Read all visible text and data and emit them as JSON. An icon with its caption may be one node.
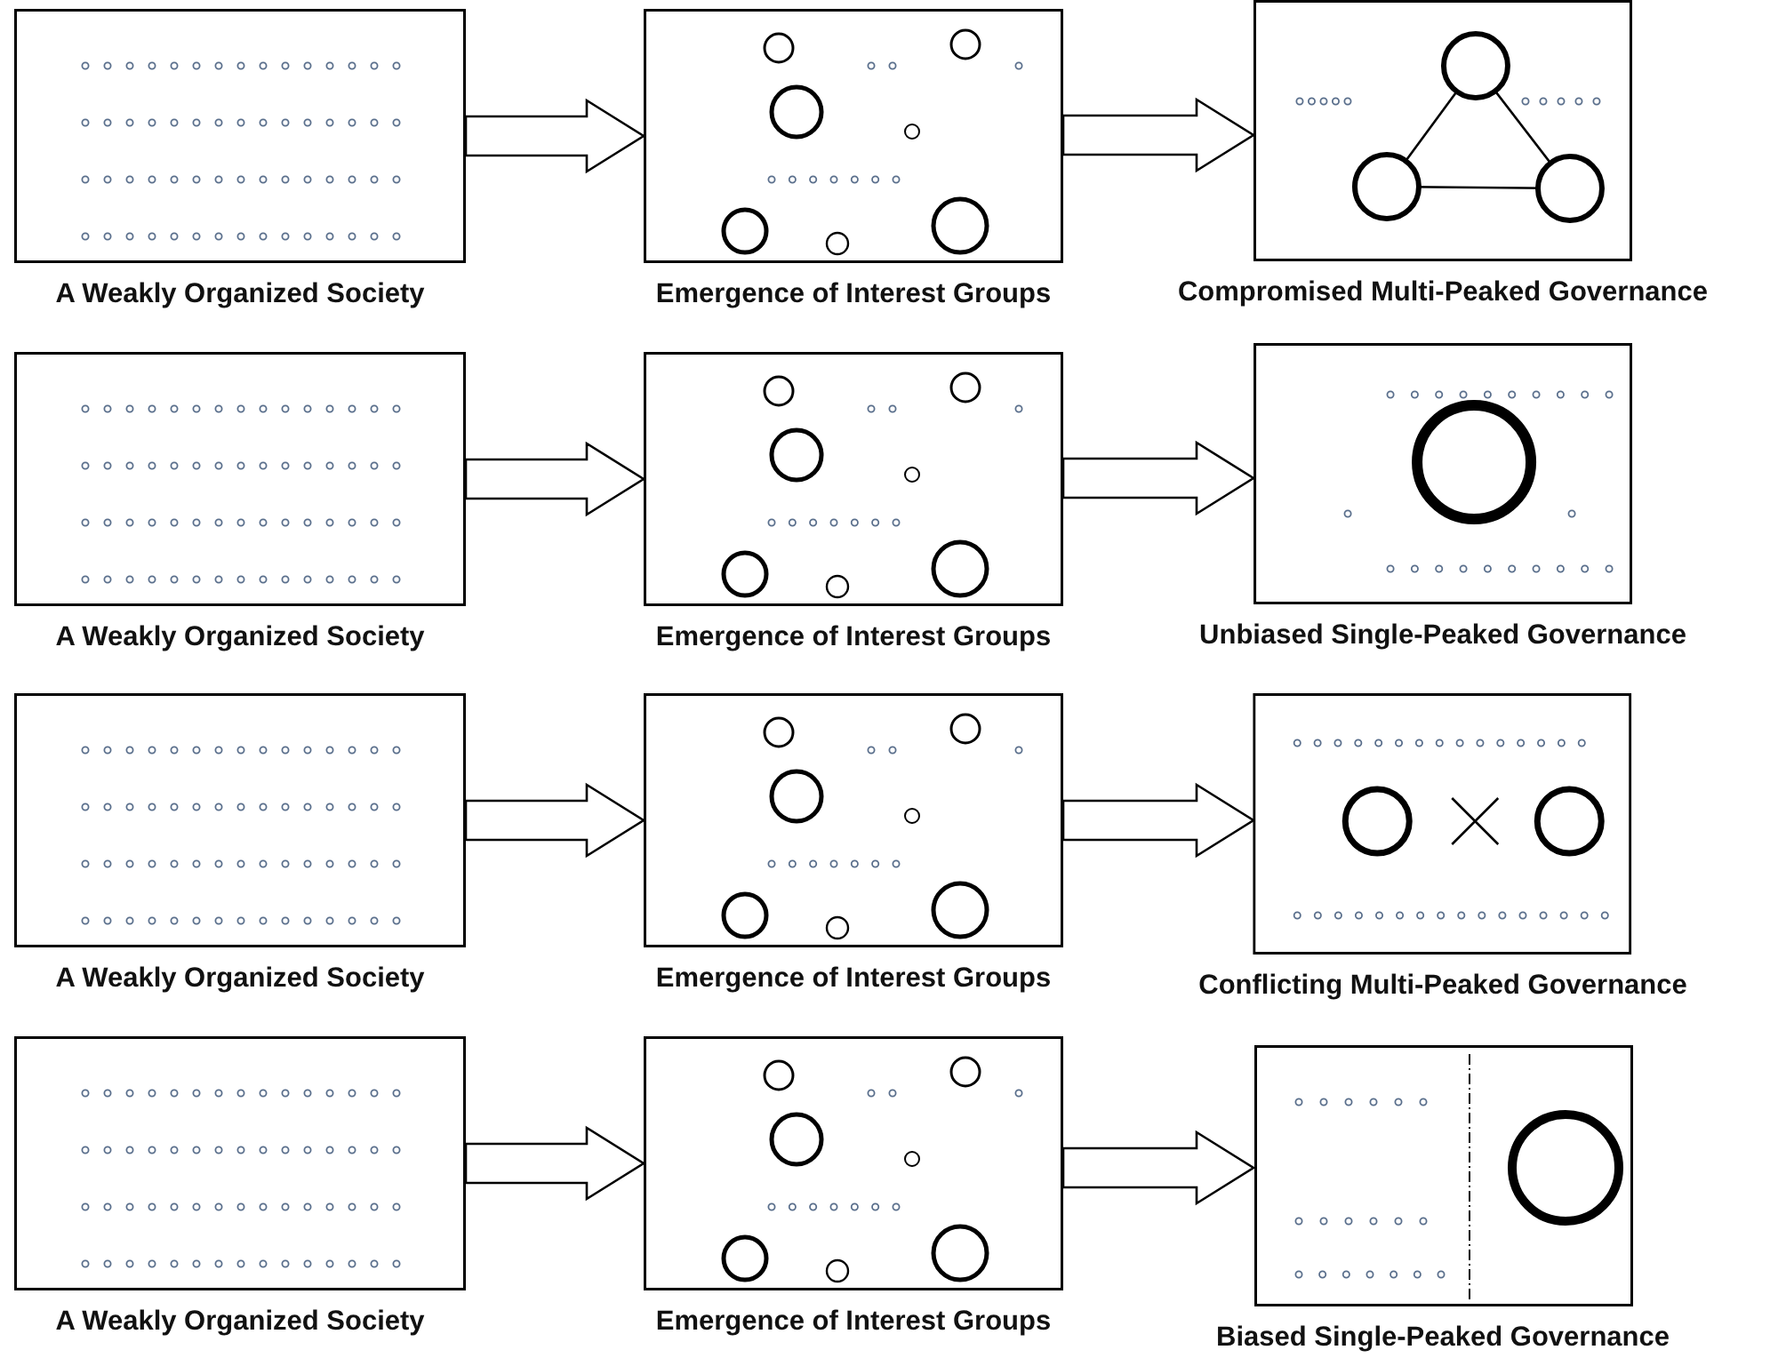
{
  "diagram": {
    "nodes": [
      {
        "text": [
          "A Weakly Organized Society"
        ]
      },
      {
        "text": [
          "Emergence of Interest Groups"
        ]
      },
      {
        "text": [
          "Compromised Multi-Peaked Governance"
        ]
      },
      {
        "text": [
          "A Weakly Organized Society"
        ]
      },
      {
        "text": [
          "Emergence of Interest Groups"
        ]
      },
      {
        "text": [
          "Unbiased Single-Peaked Governance"
        ]
      },
      {
        "text": [
          "A Weakly Organized Society"
        ]
      },
      {
        "text": [
          "Emergence of Interest Groups"
        ]
      },
      {
        "text": [
          "Conflicting Multi-Peaked Governance"
        ]
      },
      {
        "text": [
          "A Weakly Organized Society"
        ]
      },
      {
        "text": [
          "Emergence of Interest Groups"
        ]
      },
      {
        "text": [
          "Biased Single-Peaked Governance"
        ]
      }
    ],
    "edges": [
      {
        "from": 0,
        "to": 1,
        "arrow": "to"
      },
      {
        "from": 1,
        "to": 2,
        "arrow": "to"
      },
      {
        "from": 3,
        "to": 4,
        "arrow": "to"
      },
      {
        "from": 4,
        "to": 5,
        "arrow": "to"
      },
      {
        "from": 6,
        "to": 7,
        "arrow": "to"
      },
      {
        "from": 7,
        "to": 8,
        "arrow": "to"
      },
      {
        "from": 9,
        "to": 10,
        "arrow": "to"
      },
      {
        "from": 10,
        "to": 11,
        "arrow": "to"
      }
    ]
  }
}
